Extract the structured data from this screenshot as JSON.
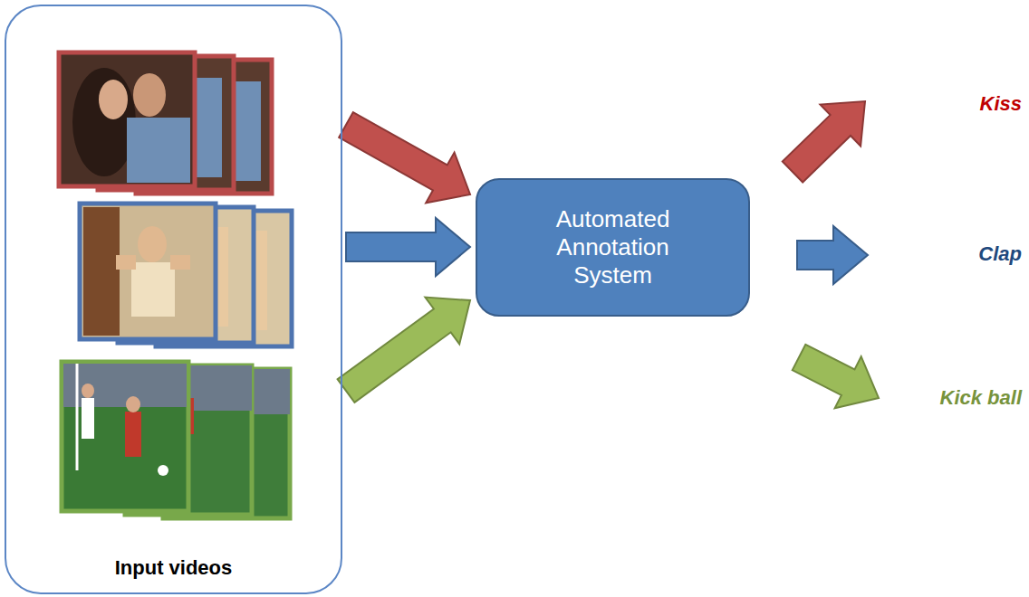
{
  "diagram": {
    "nodes": [
      {
        "text": [
          "Input videos"
        ]
      },
      {
        "text": [
          "Automated Annotation System"
        ]
      }
    ],
    "edges": [
      {
        "from": 0,
        "to": 1,
        "arrow": "to"
      },
      {
        "from": 0,
        "to": 1,
        "arrow": "to"
      },
      {
        "from": 0,
        "to": 1,
        "arrow": "to"
      }
    ],
    "labels": [
      "Kiss",
      "Clap",
      "Kick ball"
    ]
  }
}
